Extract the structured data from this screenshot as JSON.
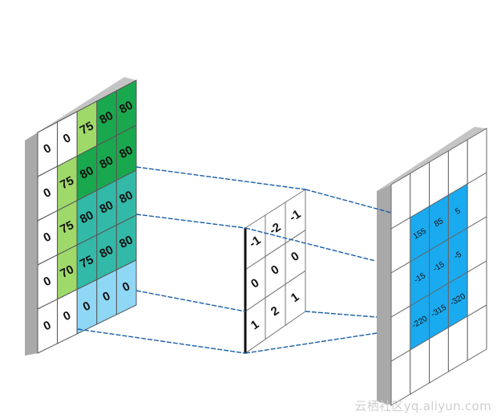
{
  "diagram": {
    "input": {
      "rows": [
        [
          "0",
          "0",
          "75",
          "80",
          "80"
        ],
        [
          "0",
          "75",
          "80",
          "80",
          "80"
        ],
        [
          "0",
          "75",
          "80",
          "80",
          "80"
        ],
        [
          "0",
          "70",
          "75",
          "80",
          "80"
        ],
        [
          "0",
          "0",
          "0",
          "0",
          "0"
        ]
      ],
      "highlight": [
        [
          "none",
          "none",
          "lightgreen",
          "green",
          "green"
        ],
        [
          "none",
          "lightgreen",
          "green",
          "green",
          "green"
        ],
        [
          "none",
          "lightgreen",
          "teal",
          "teal",
          "teal"
        ],
        [
          "none",
          "lightgreen",
          "teal",
          "teal",
          "teal"
        ],
        [
          "none",
          "none",
          "lightblue",
          "lightblue",
          "lightblue"
        ]
      ]
    },
    "kernel": {
      "rows": [
        [
          "-1",
          "-2",
          "-1"
        ],
        [
          "0",
          "0",
          "0"
        ],
        [
          "1",
          "2",
          "1"
        ]
      ]
    },
    "output": {
      "rows": [
        [
          "155",
          "85",
          "5"
        ],
        [
          "-15",
          "-15",
          "-5"
        ],
        [
          "-220",
          "-315",
          "-320"
        ]
      ]
    },
    "colors": {
      "green": "#1aa84f",
      "lightgreen": "#9fd96a",
      "teal": "#33b9a8",
      "lightblue": "#8fd8f5",
      "output_blue": "#19aaf0",
      "connector": "#1a5fa8",
      "slab": "#a9a9a9",
      "grid": "#444444"
    }
  },
  "watermark": "云栖社区yq.aliyun.com"
}
